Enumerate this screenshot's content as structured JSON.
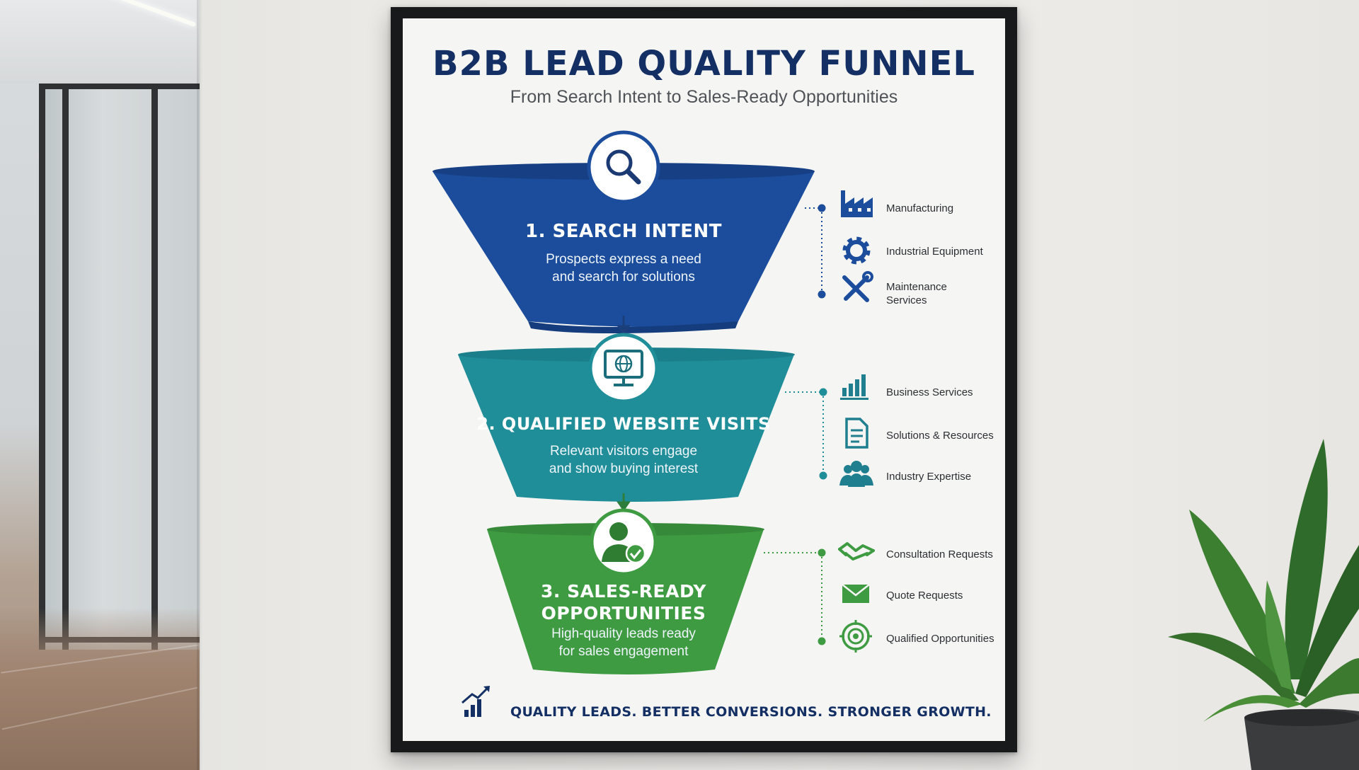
{
  "poster": {
    "title": "B2B LEAD QUALITY FUNNEL",
    "subtitle": "From Search Intent to Sales-Ready Opportunities",
    "stages": [
      {
        "title": "1. SEARCH INTENT",
        "desc_line1": "Prospects express a need",
        "desc_line2": "and search for solutions",
        "icon": "magnifier-icon",
        "color": "#1b4d9c"
      },
      {
        "title": "2. QUALIFIED WEBSITE VISITS",
        "desc_line1": "Relevant visitors engage",
        "desc_line2": "and show buying interest",
        "icon": "monitor-globe-icon",
        "color": "#1f8e99"
      },
      {
        "title_line1": "3. SALES-READY",
        "title_line2": "OPPORTUNITIES",
        "desc_line1": "High-quality leads ready",
        "desc_line2": "for sales engagement",
        "icon": "user-check-icon",
        "color": "#3f9b42"
      }
    ],
    "side_groups": [
      {
        "items": [
          {
            "label": "Manufacturing",
            "icon": "factory-icon"
          },
          {
            "label": "Industrial Equipment",
            "icon": "gear-icon"
          },
          {
            "label_line1": "Maintenance",
            "label_line2": "Services",
            "icon": "tools-icon"
          }
        ]
      },
      {
        "items": [
          {
            "label": "Business Services",
            "icon": "bar-chart-icon"
          },
          {
            "label": "Solutions & Resources",
            "icon": "document-icon"
          },
          {
            "label": "Industry Expertise",
            "icon": "people-icon"
          }
        ]
      },
      {
        "items": [
          {
            "label": "Consultation Requests",
            "icon": "handshake-icon"
          },
          {
            "label": "Quote Requests",
            "icon": "envelope-icon"
          },
          {
            "label": "Qualified Opportunities",
            "icon": "target-icon"
          }
        ]
      }
    ],
    "footer": {
      "text": "QUALITY LEADS. BETTER CONVERSIONS. STRONGER GROWTH.",
      "icon": "growth-chart-icon"
    }
  }
}
